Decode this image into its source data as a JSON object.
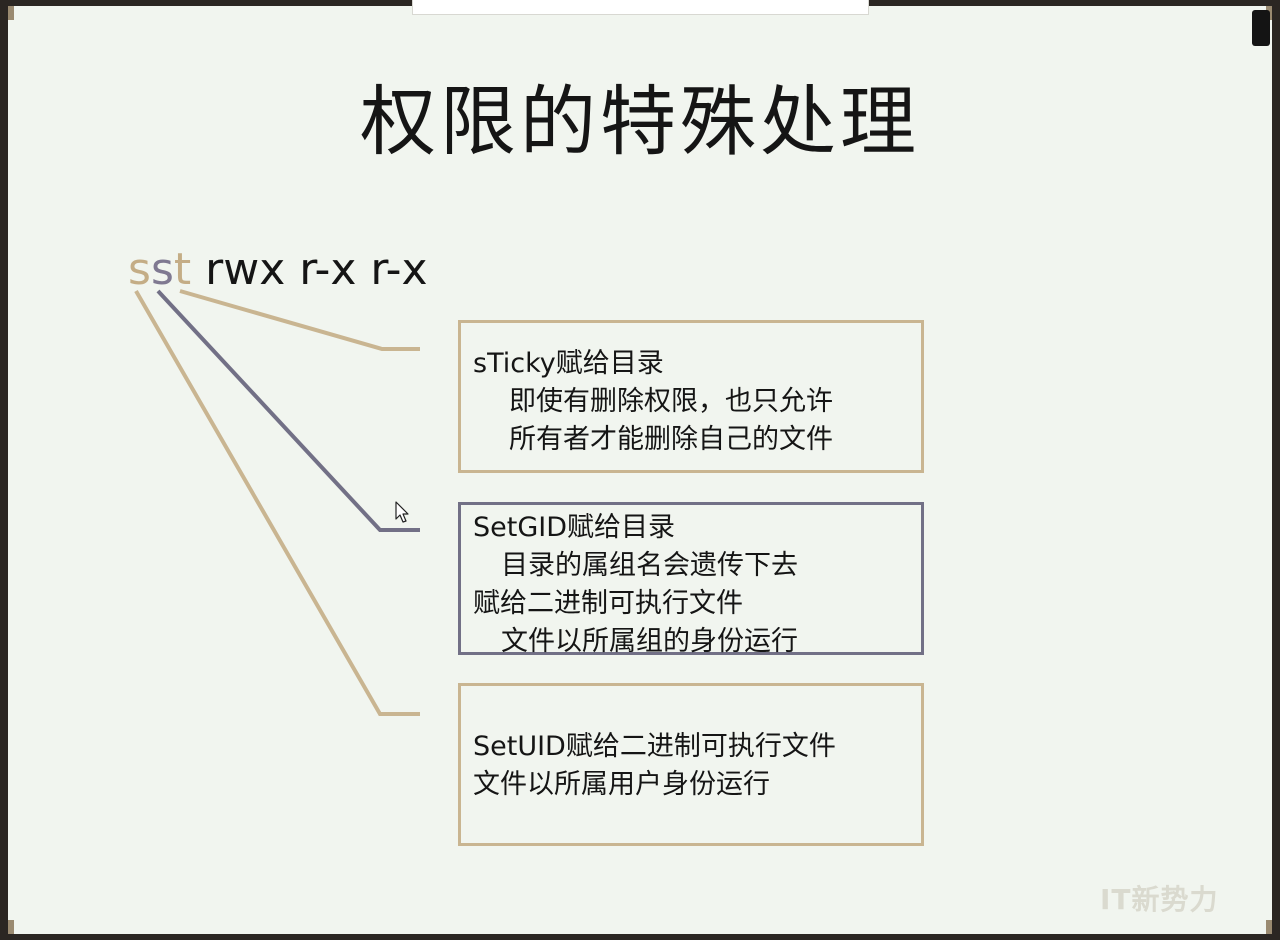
{
  "slide": {
    "title": "权限的特殊处理",
    "permission_string": {
      "special_1": "s",
      "special_2": "s",
      "special_3": "t",
      "rest": " rwx r-x r-x"
    },
    "boxes": [
      {
        "id": "sticky",
        "lines": [
          "sTicky赋给目录",
          "即使有删除权限，也只允许",
          "所有者才能删除自己的文件"
        ]
      },
      {
        "id": "setgid",
        "lines": [
          "SetGID赋给目录",
          "目录的属组名会遗传下去",
          "赋给二进制可执行文件",
          "文件以所属组的身份运行"
        ]
      },
      {
        "id": "setuid",
        "lines": [
          "SetUID赋给二进制可执行文件",
          "文件以所属用户身份运行"
        ]
      }
    ],
    "colors": {
      "background": "#f1f5ef",
      "tan_accent": "#c4ad86",
      "purple_accent": "#727086",
      "text": "#151515"
    }
  },
  "watermark": {
    "text": "IT新势力"
  },
  "icons": {
    "cursor": "mouse-pointer-icon"
  }
}
